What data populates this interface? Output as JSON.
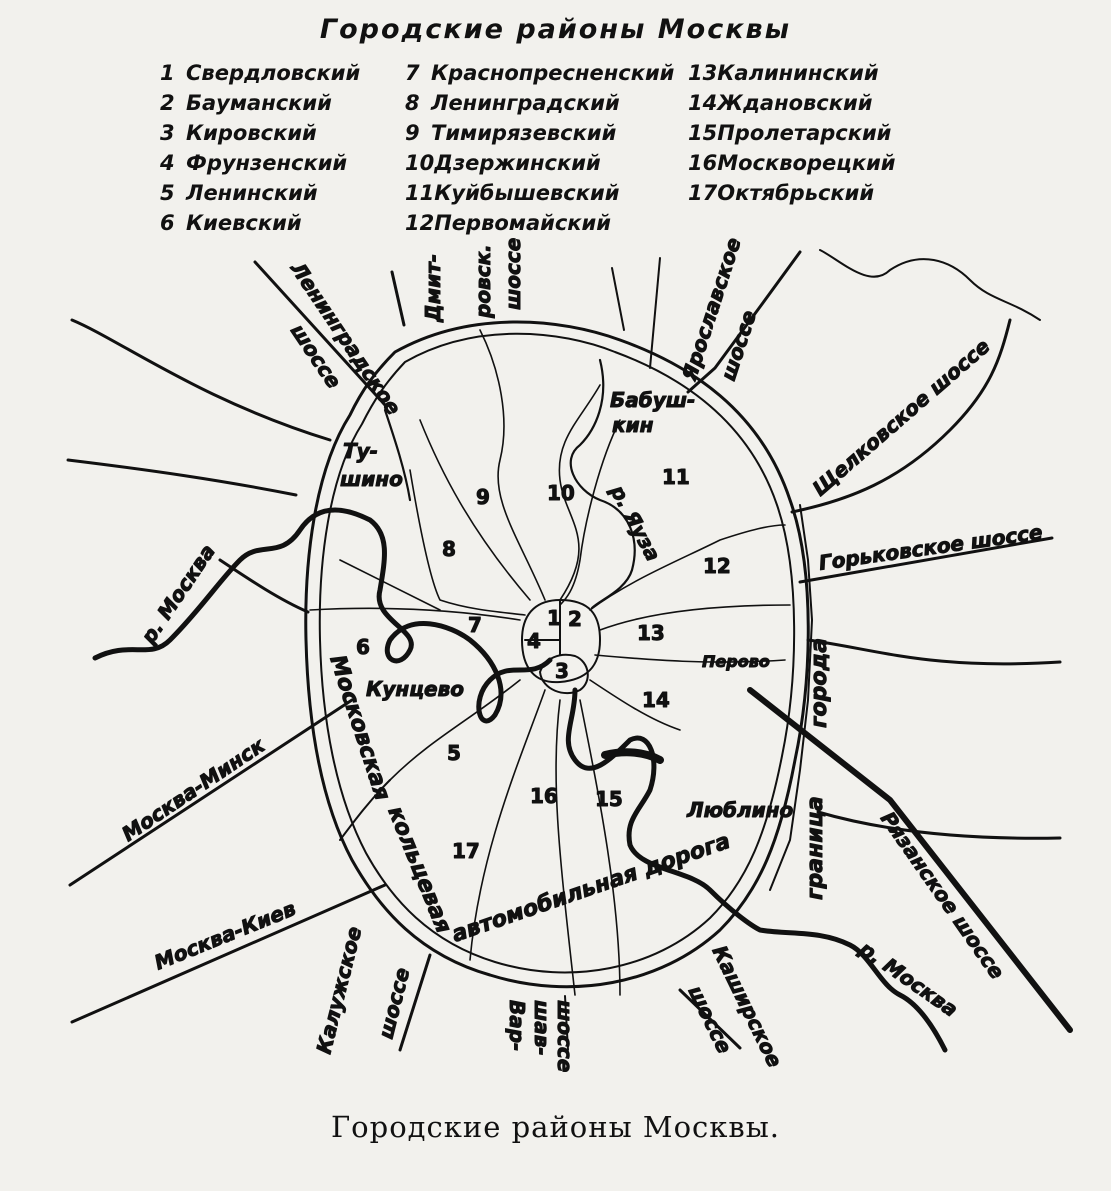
{
  "map": {
    "title": "Городские районы Москвы",
    "caption": "Городские районы Москвы.",
    "legend": [
      [
        {
          "num": "1",
          "name": "Свердловский"
        },
        {
          "num": "2",
          "name": "Бауманский"
        },
        {
          "num": "3",
          "name": "Кировский"
        },
        {
          "num": "4",
          "name": "Фрунзенский"
        },
        {
          "num": "5",
          "name": "Ленинский"
        },
        {
          "num": "6",
          "name": "Киевский"
        }
      ],
      [
        {
          "num": "7",
          "name": "Краснопресненский"
        },
        {
          "num": "8",
          "name": "Ленинградский"
        },
        {
          "num": "9",
          "name": "Тимирязевский"
        },
        {
          "num": "10",
          "name": "Дзержинский"
        },
        {
          "num": "11",
          "name": "Куйбышевский"
        },
        {
          "num": "12",
          "name": "Первомайский"
        }
      ],
      [
        {
          "num": "13",
          "name": "Калининский"
        },
        {
          "num": "14",
          "name": "Ждановский"
        },
        {
          "num": "15",
          "name": "Пролетарский"
        },
        {
          "num": "16",
          "name": "Москворецкий"
        },
        {
          "num": "17",
          "name": "Октябрьский"
        }
      ]
    ],
    "district_numbers": [
      "1",
      "2",
      "3",
      "4",
      "5",
      "6",
      "7",
      "8",
      "9",
      "10",
      "11",
      "12",
      "13",
      "14",
      "15",
      "16",
      "17"
    ],
    "roads": {
      "leningradskoe": [
        "Ленинградское",
        "шоссе"
      ],
      "dmitrovskoe": [
        "Дмит-",
        "ровск.",
        "шоссе"
      ],
      "yaroslavskoe": [
        "Ярославское",
        "шоссе"
      ],
      "shchelkovskoe": "Щелковское шоссе",
      "gorkovskoe": "Горьковское шоссе",
      "ryazanskoe": "Рязанское шоссе",
      "kashirskoe": [
        "Каширское",
        "шоссе"
      ],
      "varshavskoe": [
        "Вар-",
        "шав-",
        "шоссе"
      ],
      "kaluzhskoe": [
        "Калужское",
        "шоссе"
      ],
      "moscow_kiev": "Москва-Киев",
      "moscow_minsk": "Москва-Минск"
    },
    "ring_road": [
      "Московская",
      "кольцевая",
      "автомобильная дорога"
    ],
    "boundary_label": [
      "граница",
      "города"
    ],
    "rivers": {
      "moskva_west": "р. Москва",
      "moskva_east": "р. Москва",
      "yauza": "р. Яуза"
    },
    "places": {
      "tushino": [
        "Ту-",
        "шино"
      ],
      "babushkin": [
        "Бабуш-",
        "кин"
      ],
      "kuntsevo": "Кунцево",
      "perovo": "Перово",
      "lyublino": "Люблино"
    },
    "colors": {
      "paper": "#f2f1ed",
      "ink": "#111111"
    },
    "icons": [
      "compass-none"
    ]
  }
}
